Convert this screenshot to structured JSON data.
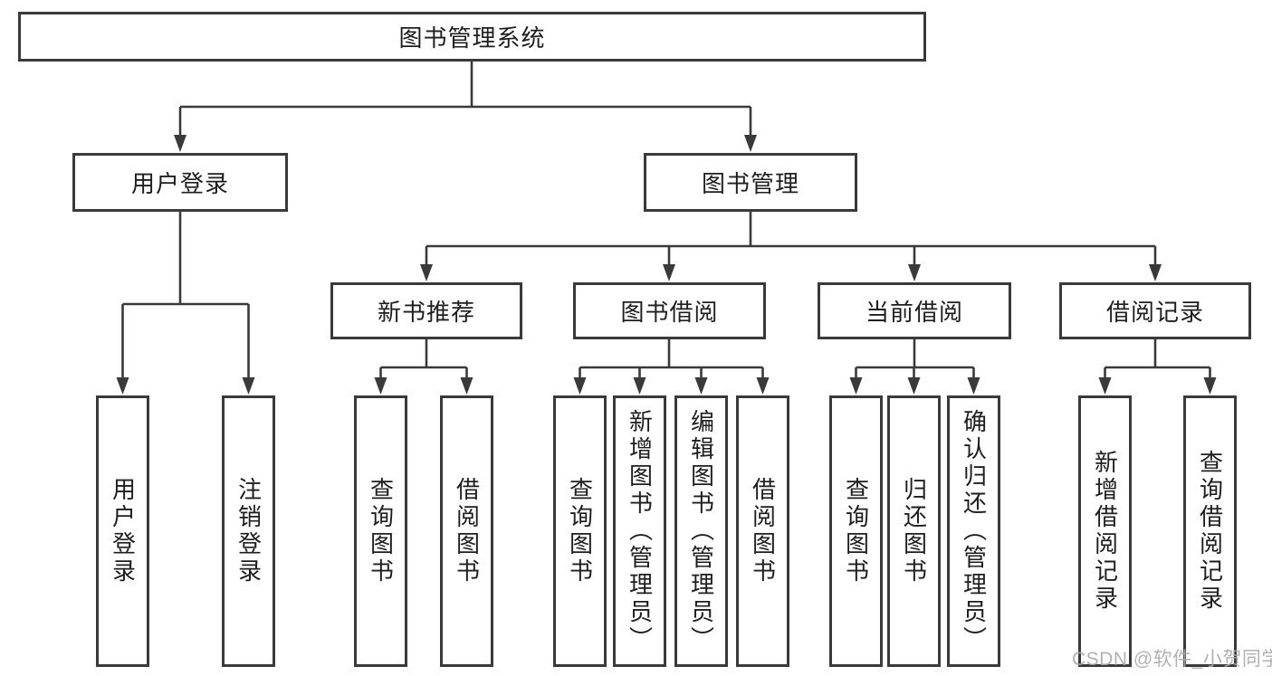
{
  "nodes": {
    "root": "图书管理系统",
    "user_login": "用户登录",
    "book_management": "图书管理",
    "new_book_recommend": "新书推荐",
    "book_borrowing": "图书借阅",
    "current_borrowing": "当前借阅",
    "borrowing_records": "借阅记录",
    "login_children": [
      "用户登录",
      "注销登录"
    ],
    "recommend_children": [
      "查询图书",
      "借阅图书"
    ],
    "borrowing_children": [
      "查询图书",
      "新增图书（管理员）",
      "编辑图书（管理员）",
      "借阅图书"
    ],
    "current_children": [
      "查询图书",
      "归还图书",
      "确认归还（管理员）"
    ],
    "records_children": [
      "新增借阅记录",
      "查询借阅记录"
    ]
  },
  "watermark": "CSDN @软件_小贺同学",
  "colors": {
    "line": "#3a3a3a",
    "box_border": "#3a3a3a",
    "text": "#1e1e1e",
    "watermark": "#ababab",
    "background": "#ffffff"
  }
}
